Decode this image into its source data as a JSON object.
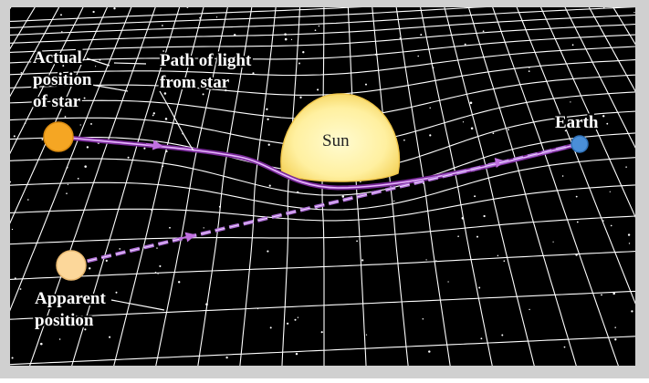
{
  "diagram": {
    "labels": {
      "actual_position": [
        "Actual",
        "position",
        "of star"
      ],
      "path_of_light": [
        "Path of light",
        "from star"
      ],
      "sun": "Sun",
      "earth": "Earth",
      "apparent_position": [
        "Apparent",
        "position"
      ]
    },
    "colors": {
      "space_background": "#000000",
      "grid_lines": "#ffffff",
      "frame": "#b8b8b8",
      "sun_fill_center": "#fff7a8",
      "sun_fill_edge": "#f7d860",
      "actual_star": "#f5a623",
      "apparent_star": "#fcd79a",
      "earth": "#4a8fd8",
      "light_path": "#b060d0"
    }
  }
}
